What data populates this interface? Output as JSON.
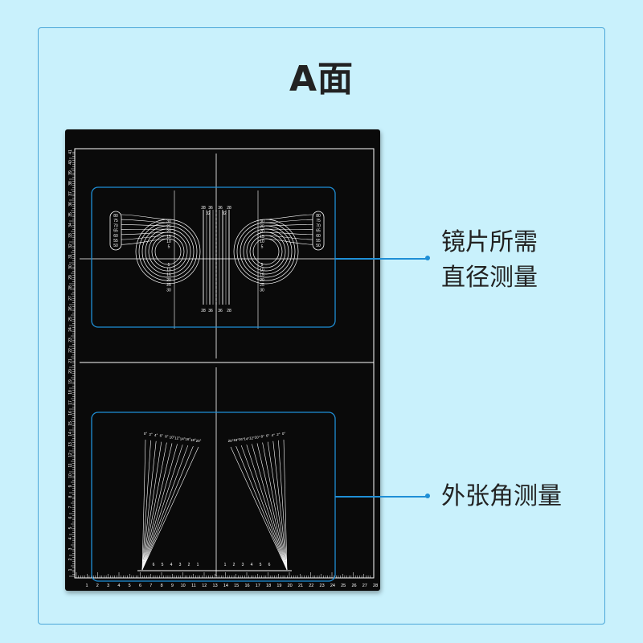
{
  "title": "A面",
  "callouts": {
    "lens": {
      "line1": "镜片所需",
      "line2": "直径测量"
    },
    "angle": {
      "text": "外张角测量"
    }
  },
  "ruler": {
    "bottom_numbers": [
      "1",
      "2",
      "3",
      "4",
      "5",
      "6",
      "7",
      "8",
      "9",
      "10",
      "11",
      "12",
      "13",
      "14",
      "15",
      "16",
      "17",
      "18",
      "19",
      "20",
      "21",
      "22",
      "23",
      "24",
      "25",
      "26",
      "27",
      "28"
    ],
    "left_numbers": [
      "1",
      "2",
      "3",
      "4",
      "5",
      "6",
      "7",
      "8",
      "9",
      "10",
      "11",
      "12",
      "13",
      "14",
      "15",
      "16",
      "17",
      "18",
      "19",
      "20",
      "21",
      "22",
      "23",
      "24",
      "25",
      "26",
      "27",
      "28",
      "29",
      "30",
      "31",
      "32",
      "33",
      "34",
      "35",
      "36",
      "37",
      "38",
      "39",
      "40",
      "41"
    ]
  },
  "lens_gauge": {
    "pill_labels": [
      "80",
      "75",
      "70",
      "65",
      "60",
      "55",
      "50"
    ],
    "radius_labels_top": [
      "30",
      "25",
      "20",
      "15",
      "10",
      "5"
    ],
    "radius_labels_bottom": [
      "5",
      "10",
      "15",
      "20",
      "25",
      "30"
    ],
    "bridge_top": [
      "28",
      "36",
      "36",
      "28",
      "32",
      "32"
    ],
    "bridge_bottom": [
      "28",
      "36",
      "36",
      "28"
    ]
  },
  "angle_gauge": {
    "left_labels": [
      "20°",
      "18°",
      "16°",
      "14°",
      "12°",
      "10°",
      "8°",
      "6°",
      "4°",
      "2°",
      "0°"
    ],
    "right_labels": [
      "0°",
      "2°",
      "4°",
      "6°",
      "8°",
      "10°",
      "12°",
      "14°",
      "16°",
      "18°",
      "20°"
    ],
    "base_numbers_left": [
      "6",
      "5",
      "4",
      "3",
      "2",
      "1"
    ],
    "base_numbers_right": [
      "1",
      "2",
      "3",
      "4",
      "5",
      "6"
    ]
  },
  "colors": {
    "accent": "#1f8fd6",
    "background": "#c9f1fc",
    "board": "#0a0a0a",
    "print": "#ffffff"
  }
}
